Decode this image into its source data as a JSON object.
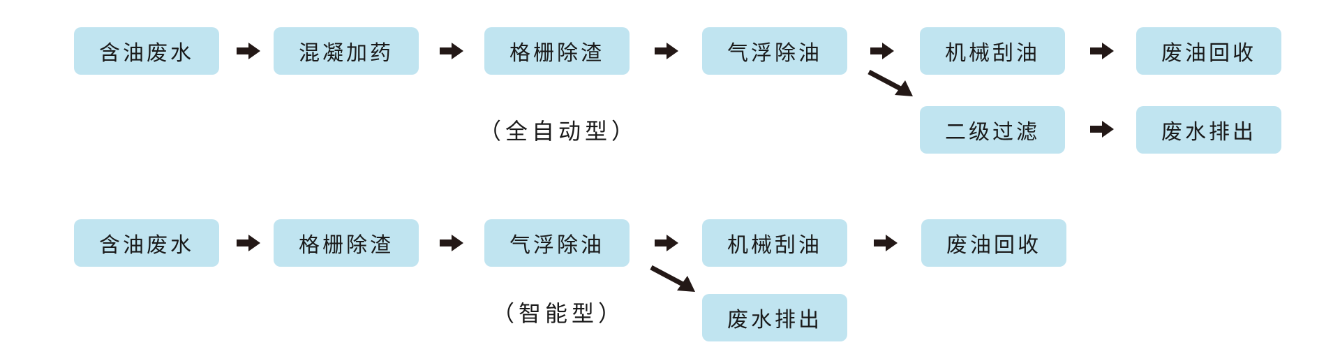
{
  "flows": [
    {
      "label": "（全自动型）",
      "main_steps": [
        "含油废水",
        "混凝加药",
        "格栅除渣",
        "气浮除油",
        "机械刮油",
        "废油回收"
      ],
      "branch_steps": [
        "二级过滤",
        "废水排出"
      ]
    },
    {
      "label": "（智能型）",
      "main_steps": [
        "含油废水",
        "格栅除渣",
        "气浮除油",
        "机械刮油",
        "废油回收"
      ],
      "branch_steps": [
        "废水排出"
      ]
    }
  ],
  "colors": {
    "box_fill": "#c0e4f0",
    "arrow": "#231816",
    "text": "#1a1a1a"
  }
}
